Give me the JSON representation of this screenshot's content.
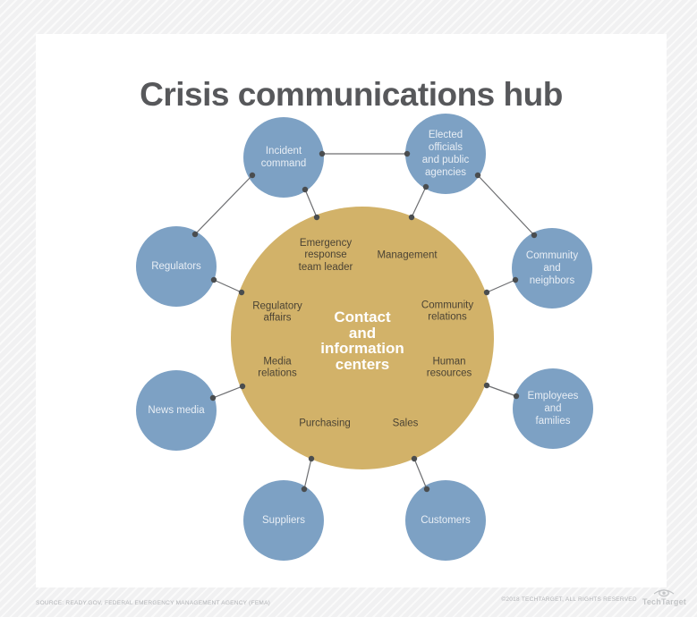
{
  "title": "Crisis communications hub",
  "colors": {
    "hub_fill": "#d2b269",
    "satellite_fill": "#7da1c4",
    "connector_line": "#6d6e71",
    "connector_dot": "#4a4d4f",
    "title_text": "#57585b",
    "hub_text": "#ffffff",
    "department_text": "#4b4334"
  },
  "hub": {
    "label": "Contact\nand\ninformation\ncenters",
    "departments": {
      "emergency_response": "Emergency\nresponse\nteam leader",
      "management": "Management",
      "regulatory_affairs": "Regulatory\naffairs",
      "community_relations": "Community\nrelations",
      "media_relations": "Media\nrelations",
      "human_resources": "Human\nresources",
      "purchasing": "Purchasing",
      "sales": "Sales"
    }
  },
  "satellites": {
    "incident_command": "Incident\ncommand",
    "elected_officials": "Elected\nofficials\nand public\nagencies",
    "regulators": "Regulators",
    "community_neighbors": "Community\nand\nneighbors",
    "news_media": "News media",
    "employees_families": "Employees\nand\nfamilies",
    "suppliers": "Suppliers",
    "customers": "Customers"
  },
  "footer": {
    "source": "SOURCE: READY.GOV, FEDERAL EMERGENCY MANAGEMENT AGENCY (FEMA)",
    "copyright": "©2018 TECHTARGET, ALL RIGHTS RESERVED",
    "brand": "TechTarget"
  }
}
